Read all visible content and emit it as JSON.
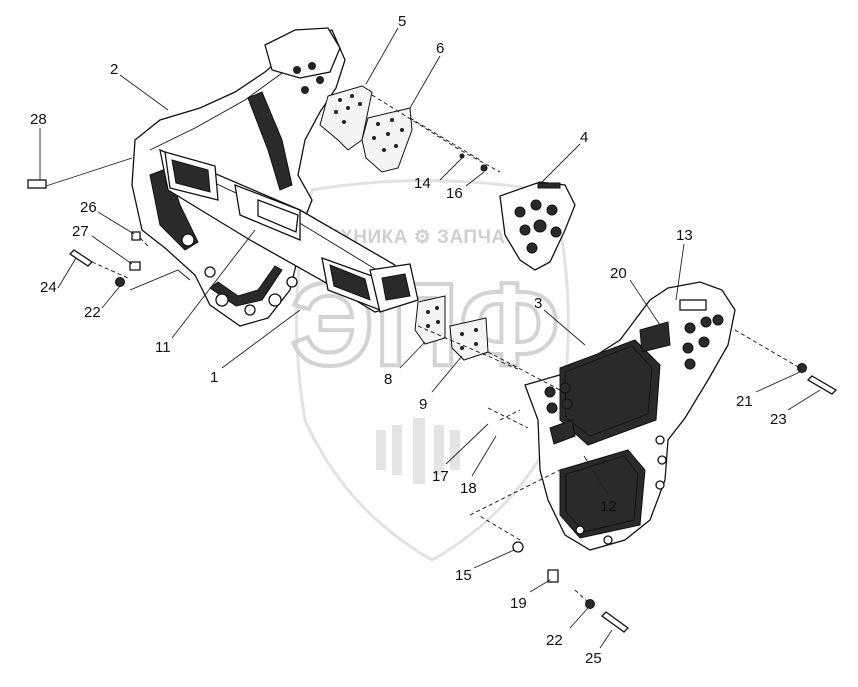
{
  "watermark": {
    "top_text": "ТЕХНИКА ⚙ ЗАПЧАСТИ",
    "logo_text": "ЭПФ"
  },
  "callouts": [
    "1",
    "2",
    "3",
    "4",
    "5",
    "6",
    "8",
    "9",
    "11",
    "12",
    "13",
    "14",
    "15",
    "16",
    "17",
    "18",
    "19",
    "20",
    "21",
    "22",
    "22",
    "23",
    "24",
    "25",
    "26",
    "27",
    "28"
  ]
}
